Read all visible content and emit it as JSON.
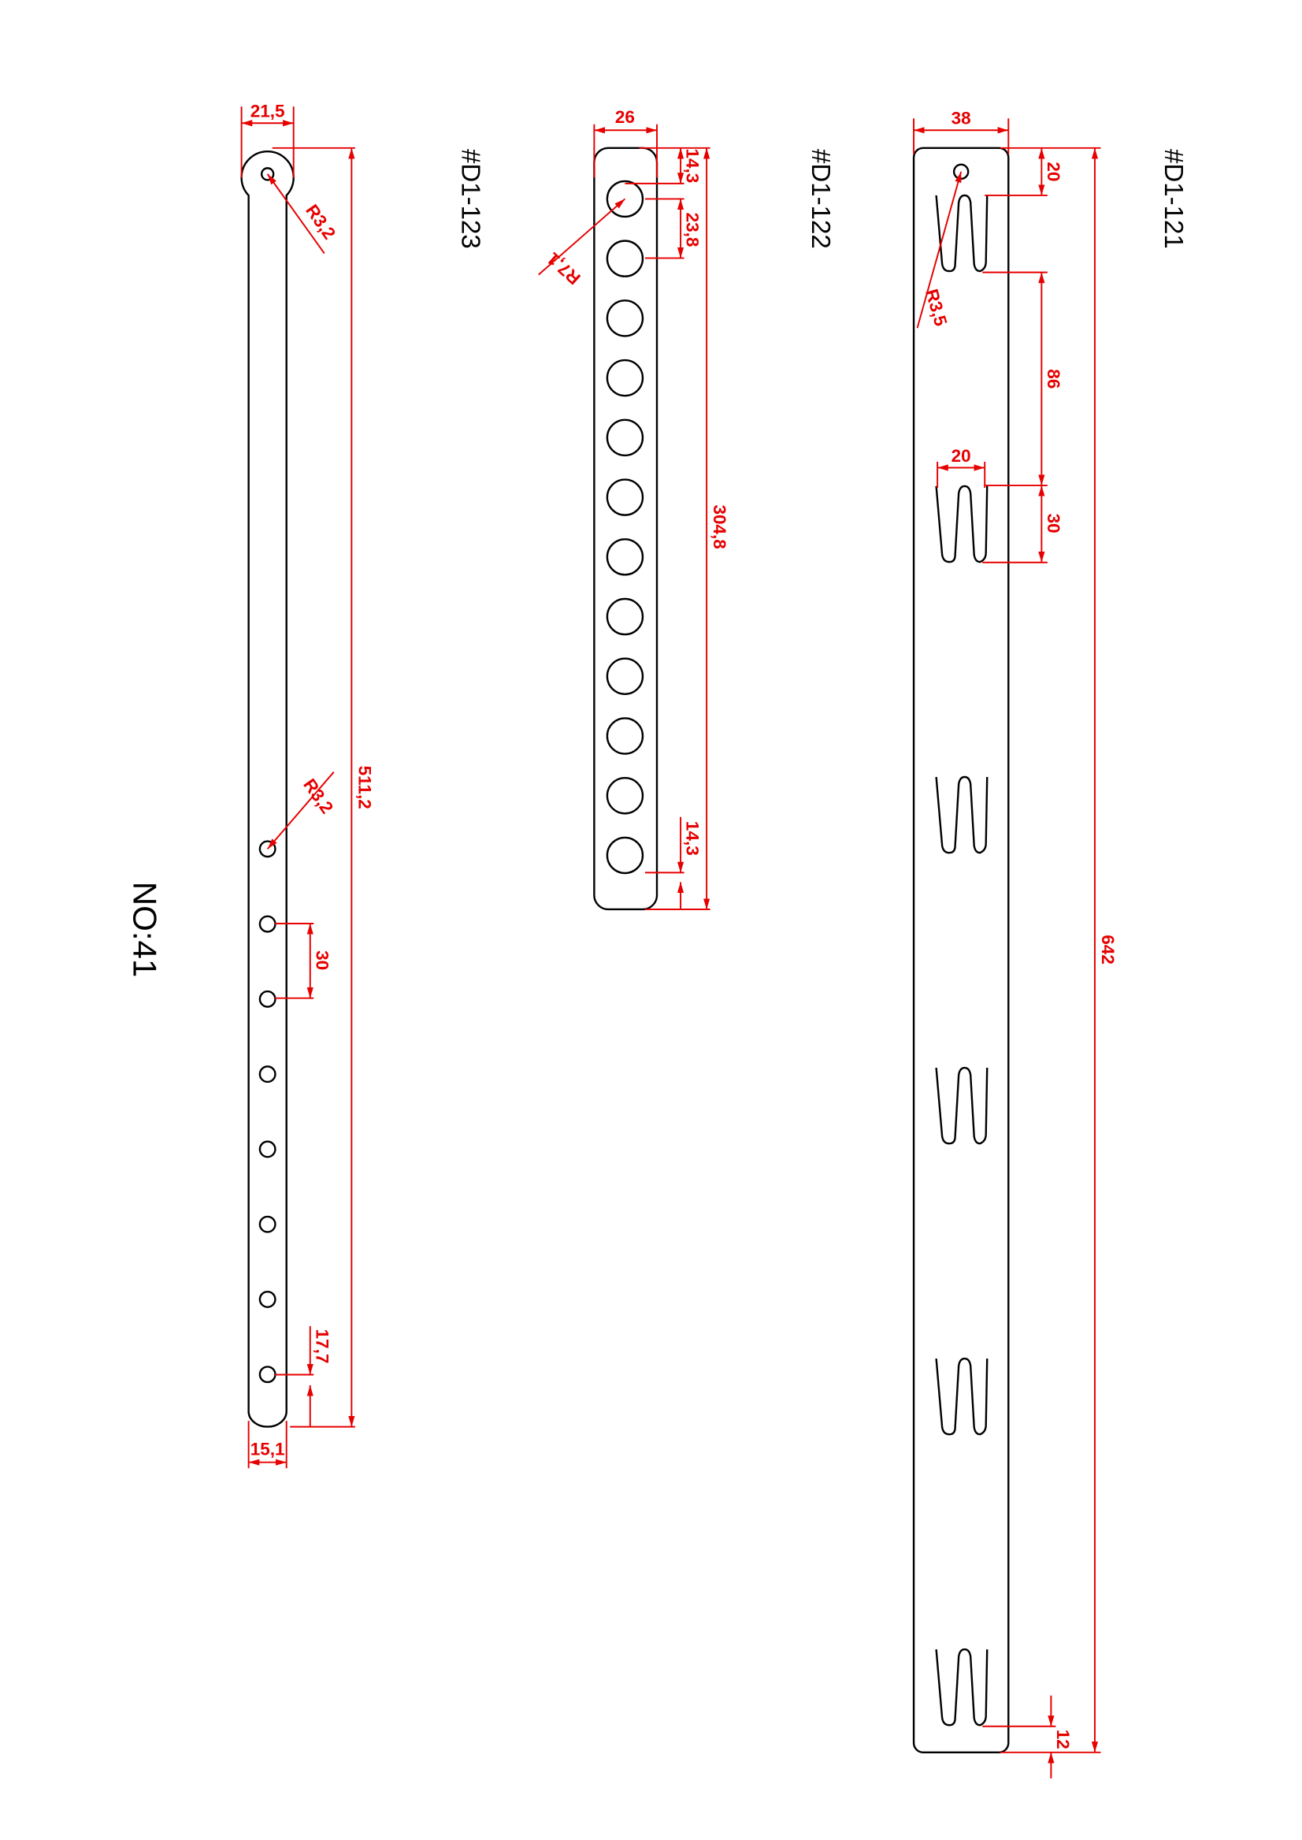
{
  "drawing_number": "NO:41",
  "colors": {
    "outline": "#000000",
    "dimension": "#e60000"
  },
  "parts": [
    {
      "id": "#D1-123",
      "dims": {
        "width_head": "21,5",
        "radius_top": "R3,2",
        "length": "511,2",
        "radius_hole": "R3,2",
        "pitch": "30",
        "end_offset": "17,7",
        "width_body": "15,1"
      },
      "hole_count": 8
    },
    {
      "id": "#D1-122",
      "dims": {
        "width": "26",
        "top_offset": "14,3",
        "pitch": "23,8",
        "length": "304,8",
        "bottom_offset": "14,3",
        "radius": "R7,1"
      },
      "hole_count": 12
    },
    {
      "id": "#D1-121",
      "dims": {
        "width": "38",
        "top_offset": "20",
        "spacing": "86",
        "slot_height": "30",
        "slot_width": "20",
        "length": "642",
        "bottom_offset": "12",
        "radius": "R3,5"
      },
      "slot_count": 6
    }
  ]
}
